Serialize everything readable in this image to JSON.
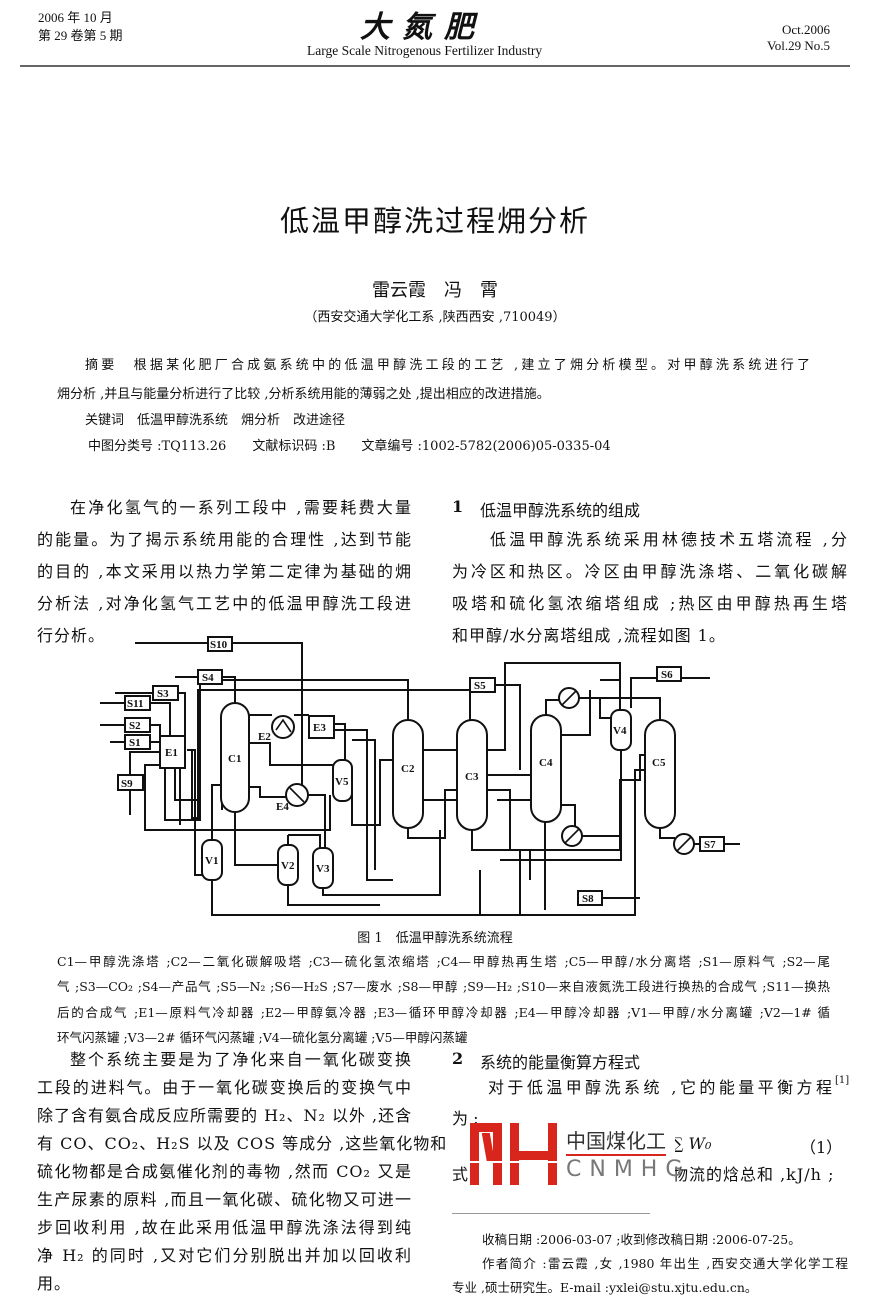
{
  "header": {
    "date_cn": "2006 年 10 月",
    "volume_cn": "第 29 卷第 5 期",
    "logo": "大氮肥",
    "journal_en": "Large Scale Nitrogenous Fertilizer Industry",
    "date_en": "Oct.2006",
    "volume_en": "Vol.29 No.5"
  },
  "title": "低温甲醇洗过程㶲分析",
  "authors": "雷云霞　冯　霄",
  "affiliation": "（西安交通大学化工系 ,陕西西安 ,710049）",
  "abstract": {
    "line1": "摘要　根据某化肥厂合成氨系统中的低温甲醇洗工段的工艺 ,建立了㶲分析模型。对甲醇洗系统进行了",
    "line2": "㶲分析 ,并且与能量分析进行了比较 ,分析系统用能的薄弱之处 ,提出相应的改进措施。",
    "keywords": "关键词　低温甲醇洗系统　㶲分析　改进途径",
    "classification": "中图分类号 :TQ113.26　　文献标识码 :B　　文章编号 :1002-5782(2006)05-0335-04"
  },
  "intro": [
    "在净化氢气的一系列工段中 ,需要耗费大量",
    "的能量。为了揭示系统用能的合理性 ,达到节能",
    "的目的 ,本文采用以热力学第二定律为基础的㶲",
    "分析法 ,对净化氢气工艺中的低温甲醇洗工段进",
    "行分析。"
  ],
  "section1": {
    "heading_num": "1",
    "heading": "低温甲醇洗系统的组成",
    "lines": [
      "低温甲醇洗系统采用林德技术五塔流程 ,分",
      "为冷区和热区。冷区由甲醇洗涤塔、二氧化碳解",
      "吸塔和硫化氢浓缩塔组成 ;热区由甲醇热再生塔",
      "和甲醇/水分离塔组成 ,流程如图 1。"
    ]
  },
  "figure": {
    "labels": {
      "S1": "S1",
      "S2": "S2",
      "S3": "S3",
      "S4": "S4",
      "S5": "S5",
      "S6": "S6",
      "S7": "S7",
      "S8": "S8",
      "S9": "S9",
      "S10": "S10",
      "S11": "S11",
      "E1": "E1",
      "E2": "E2",
      "E3": "E3",
      "E4": "E4",
      "C1": "C1",
      "C2": "C2",
      "C3": "C3",
      "C4": "C4",
      "C5": "C5",
      "V1": "V1",
      "V2": "V2",
      "V3": "V3",
      "V4": "V4",
      "V5": "V5"
    },
    "caption": "图 1　低温甲醇洗系统流程",
    "legend": [
      "C1—甲醇洗涤塔 ;C2—二氧化碳解吸塔 ;C3—硫化氢浓缩塔 ;C4—甲醇热再生塔 ;C5—甲醇/水分离塔 ;S1—原料气 ;S2—尾",
      "气 ;S3—CO₂ ;S4—产品气 ;S5—N₂ ;S6—H₂S ;S7—废水 ;S8—甲醇 ;S9—H₂ ;S10—来自液氮洗工段进行换热的合成气 ;S11—换热",
      "后的合成气 ;E1—原料气冷却器 ;E2—甲醇氨冷器 ;E3—循环甲醇冷却器 ;E4—甲醇冷却器 ;V1—甲醇/水分离罐 ;V2—1# 循",
      "环气闪蒸罐 ;V3—2# 循环气闪蒸罐 ;V4—硫化氢分离罐 ;V5—甲醇闪蒸罐"
    ]
  },
  "body_left": [
    "整个系统主要是为了净化来自一氧化碳变换",
    "工段的进料气。由于一氧化碳变换后的变换气中",
    "除了含有氨合成反应所需要的 H₂、N₂ 以外 ,还含",
    "有 CO、CO₂、H₂S 以及 COS 等成分 ,这些氧化物和",
    "硫化物都是合成氨催化剂的毒物 ,然而 CO₂ 又是",
    "生产尿素的原料 ,而且一氧化碳、硫化物又可进一",
    "步回收利用 ,故在此采用低温甲醇洗涤法得到纯",
    "净 H₂ 的同时 ,又对它们分别脱出并加以回收利",
    "用。"
  ],
  "section2": {
    "heading_num": "2",
    "heading": "系统的能量衡算方程式",
    "line1": "对于低温甲醇洗系统 ,它的能量平衡方程",
    "ref": "[1]",
    "line2": "为 :",
    "equation": "∑ W₀",
    "eq_num": "（1）",
    "line3_start": "式",
    "line3_end": "物流的焓总和 ,kJ/h ;"
  },
  "watermark": {
    "logo_cn": "中国煤化工",
    "logo_en": "CNMHG"
  },
  "footnotes": {
    "received": "收稿日期 :2006-03-07 ;收到修改稿日期 :2006-07-25。",
    "author1": "作者简介 :雷云霞 ,女 ,1980 年出生 ,西安交通大学化学工程",
    "author2": "专业 ,硕士研究生。E-mail :yxlei@stu.xjtu.edu.cn。"
  },
  "colors": {
    "watermark_red": "#d9261c",
    "watermark_gray": "#777777"
  }
}
